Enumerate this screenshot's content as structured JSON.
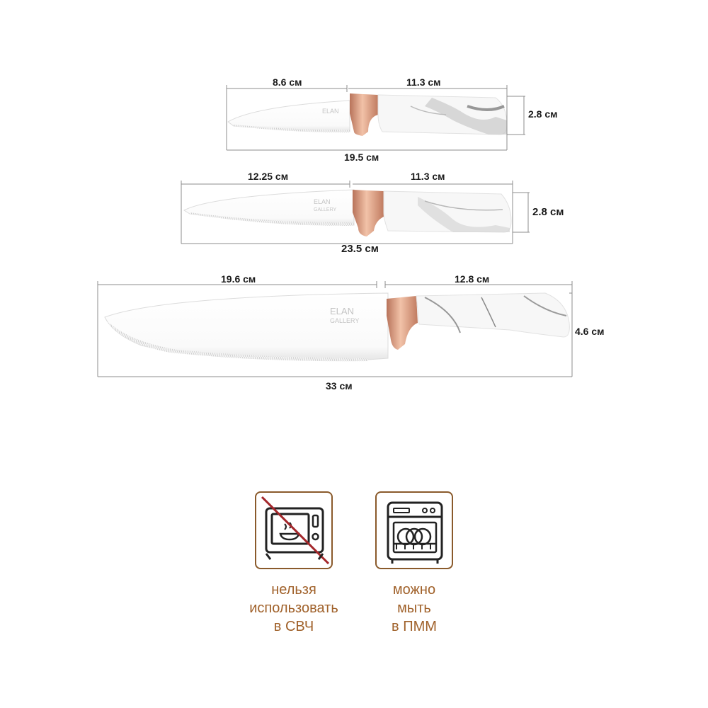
{
  "knives": [
    {
      "name": "small-knife",
      "blade_length": "8.6 см",
      "handle_length": "11.3 см",
      "total_length": "19.5 см",
      "height": "2.8 см"
    },
    {
      "name": "medium-knife",
      "blade_length": "12.25 см",
      "handle_length": "11.3 см",
      "total_length": "23.5 см",
      "height": "2.8 см"
    },
    {
      "name": "chef-knife",
      "blade_length": "19.6 см",
      "handle_length": "12.8 см",
      "total_length": "33 см",
      "height": "4.6 см"
    }
  ],
  "brand": {
    "line1": "ELAN",
    "line2": "GALLERY"
  },
  "badges": [
    {
      "icon": "no-microwave-icon",
      "lines": [
        "нельзя",
        "использовать",
        "в СВЧ"
      ]
    },
    {
      "icon": "dishwasher-icon",
      "lines": [
        "можно",
        "мыть",
        "в ПММ"
      ]
    }
  ],
  "colors": {
    "accent": "#a0612a",
    "rose_gold": "#d9967a",
    "dimension_line": "#8c8c8c",
    "text": "#1a1a1a"
  }
}
